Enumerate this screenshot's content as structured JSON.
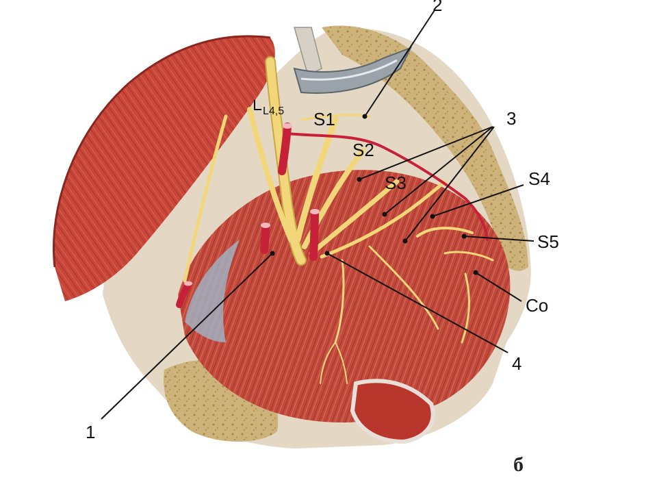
{
  "labels": {
    "l1": "1",
    "l2": "2",
    "l3": "3",
    "l4": "4",
    "l45": "L4,5",
    "s1": "S1",
    "s2": "S2",
    "s3": "S3",
    "s4": "S4",
    "s5": "S5",
    "co": "Co",
    "fig": "б"
  },
  "colors": {
    "muscle": "#c8473a",
    "muscle_dark": "#9e2e25",
    "bone": "#d9c49a",
    "bone_dark": "#b89a5c",
    "nerve": "#f2d77a",
    "vessel": "#c7213a",
    "fascia": "#9fb4c8"
  }
}
